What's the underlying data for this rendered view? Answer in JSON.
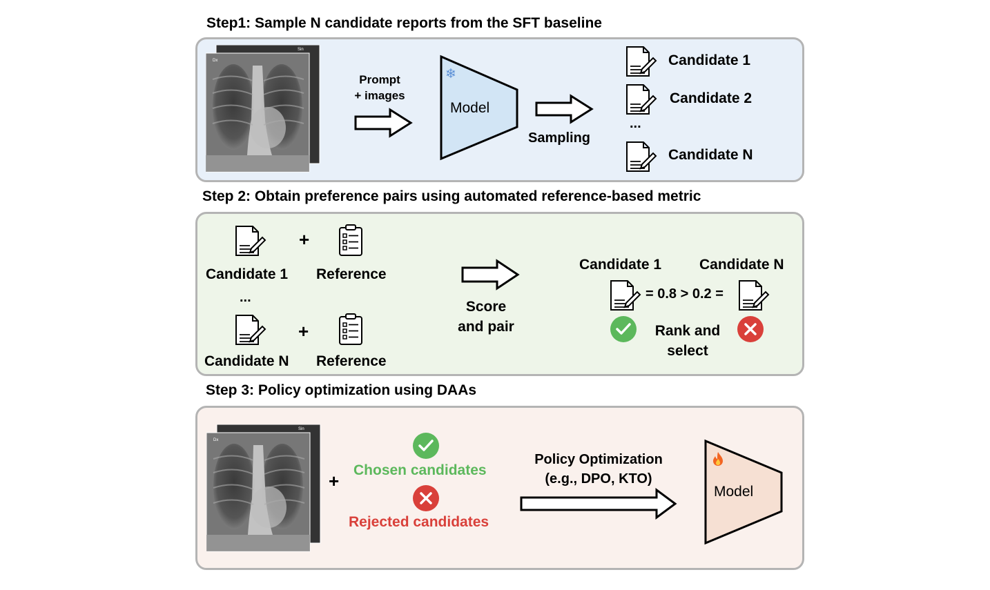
{
  "step1": {
    "title": "Step1: Sample N candidate reports from the SFT baseline",
    "xray_labels": [
      "Dx",
      "Sin"
    ],
    "prompt_label_1": "Prompt",
    "prompt_label_2": "+ images",
    "model_label": "Model",
    "sampling_label": "Sampling",
    "candidates": [
      "Candidate 1",
      "Candidate 2",
      "Candidate N"
    ],
    "ellipsis": "...",
    "colors": {
      "panel_bg": "#e8f0f9",
      "model_fill": "#d2e5f5",
      "snowflake": "#5b8fd6"
    }
  },
  "step2": {
    "title": "Step 2: Obtain preference pairs using automated reference-based metric",
    "candidate_1": "Candidate 1",
    "candidate_n": "Candidate N",
    "reference": "Reference",
    "plus": "+",
    "ellipsis": "...",
    "score_line_1": "Score",
    "score_line_2": "and pair",
    "rank_candidate_1": "Candidate 1",
    "rank_candidate_n": "Candidate N",
    "score_expr": "= 0.8 > 0.2 =",
    "rank_line_1": "Rank and",
    "rank_line_2": "select",
    "colors": {
      "panel_bg": "#eef5e9",
      "check": "#5cb85c",
      "cross": "#d9403a"
    }
  },
  "step3": {
    "title": "Step 3: Policy optimization using DAAs",
    "xray_labels": [
      "Dx",
      "Sin"
    ],
    "plus": "+",
    "chosen": "Chosen candidates",
    "rejected": "Rejected candidates",
    "policy_line_1": "Policy Optimization",
    "policy_line_2": "(e.g., DPO, KTO)",
    "model_label": "Model",
    "colors": {
      "panel_bg": "#faf1ed",
      "model_fill": "#f6e0d3",
      "chosen_text": "#5cb85c",
      "rejected_text": "#d9403a"
    }
  }
}
